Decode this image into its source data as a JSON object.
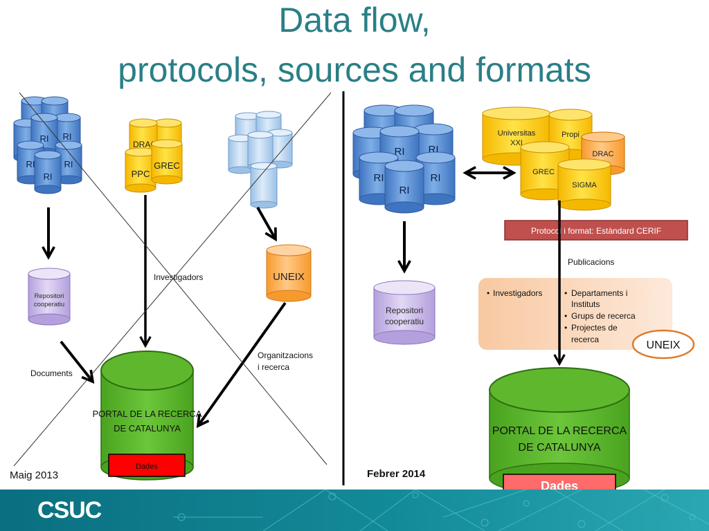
{
  "slide": {
    "title_line1": "Data flow,",
    "title_line2": "protocols, sources and formats"
  },
  "left_panel": {
    "ri_label": "RI",
    "drac_label": "DRAC",
    "ppc_label": "PPC",
    "grec_label": "GREC",
    "repositori_line1": "Repositori",
    "repositori_line2": "cooperatiu",
    "uneix_label": "UNEIX",
    "investigadors_label": "Investigadors",
    "documents_label": "Documents",
    "organitzacions_line1": "Organitzacions",
    "organitzacions_line2": "i recerca",
    "portal_line1": "PORTAL DE LA RECERCA",
    "portal_line2": "DE CATALUNYA",
    "dades_label": "Dades",
    "date_label": "Maig 2013"
  },
  "right_panel": {
    "ri_label": "RI",
    "universitas_line1": "Universitas",
    "universitas_line2": "XXI",
    "propi_label": "Propi",
    "drac_label": "DRAC",
    "grec_label": "GREC",
    "sigma_label": "SIGMA",
    "protocol_label": "Protocol i format: Estàndard  CERIF",
    "publicacions_label": "Publicacions",
    "list_left": [
      "Investigadors"
    ],
    "list_right": [
      "Departaments i Instituts",
      "Grups de recerca",
      "Projectes de recerca"
    ],
    "uneix_label": "UNEIX",
    "repositori_line1": "Repositori",
    "repositori_line2": "cooperatiu",
    "portal_line1": "PORTAL DE LA RECERCA",
    "portal_line2": "DE CATALUNYA",
    "dades_label": "Dades",
    "date_label": "Febrer 2014"
  },
  "footer": {
    "logo_text": "CSUC"
  },
  "colors": {
    "title": "#2a7f86",
    "ri_blue": "#5b8fd0",
    "light_blue": "#b8d4ef",
    "yellow": "#ffd000",
    "orange_cyl": "#ffb04a",
    "purple": "#c9b8e6",
    "green": "#5fb72e",
    "red": "#ff0000",
    "protocol_bg": "#c0504d",
    "footer": "#0a6f80"
  }
}
